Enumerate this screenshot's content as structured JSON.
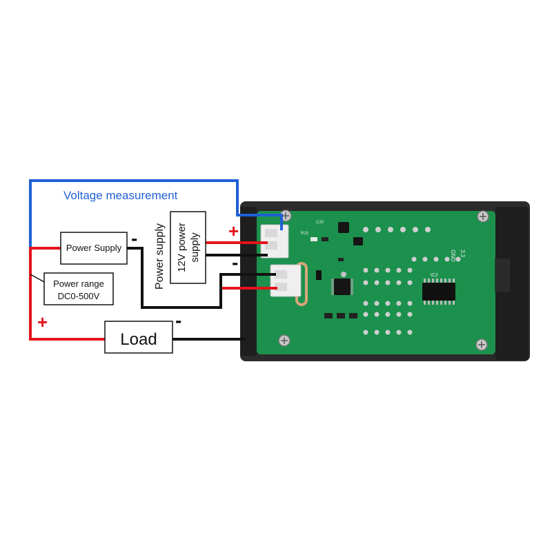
{
  "diagram": {
    "voltage_measurement_label": "Voltage measurement",
    "power_supply_box_label": "Power Supply",
    "power_supply_vertical_label": "Power supply",
    "supply_12v_line1": "12V power",
    "supply_12v_line2": "supply",
    "power_range_line1": "Power range",
    "power_range_line2": "DC0-500V",
    "load_label": "Load",
    "plus_sign": "+",
    "minus_sign": "-"
  },
  "board": {
    "gnd_label": "GND",
    "v33_label": "3.3",
    "ic2_label": "IC2",
    "r15_label": "R15",
    "c20_label": "C20"
  },
  "colors": {
    "measurement_wire": "#1f5fd6",
    "positive_wire": "#e3131b",
    "negative_wire": "#111111",
    "label_text": "#1f5fd6",
    "pcb_green": "#1f9a52",
    "enclosure": "#2b2b2b"
  }
}
